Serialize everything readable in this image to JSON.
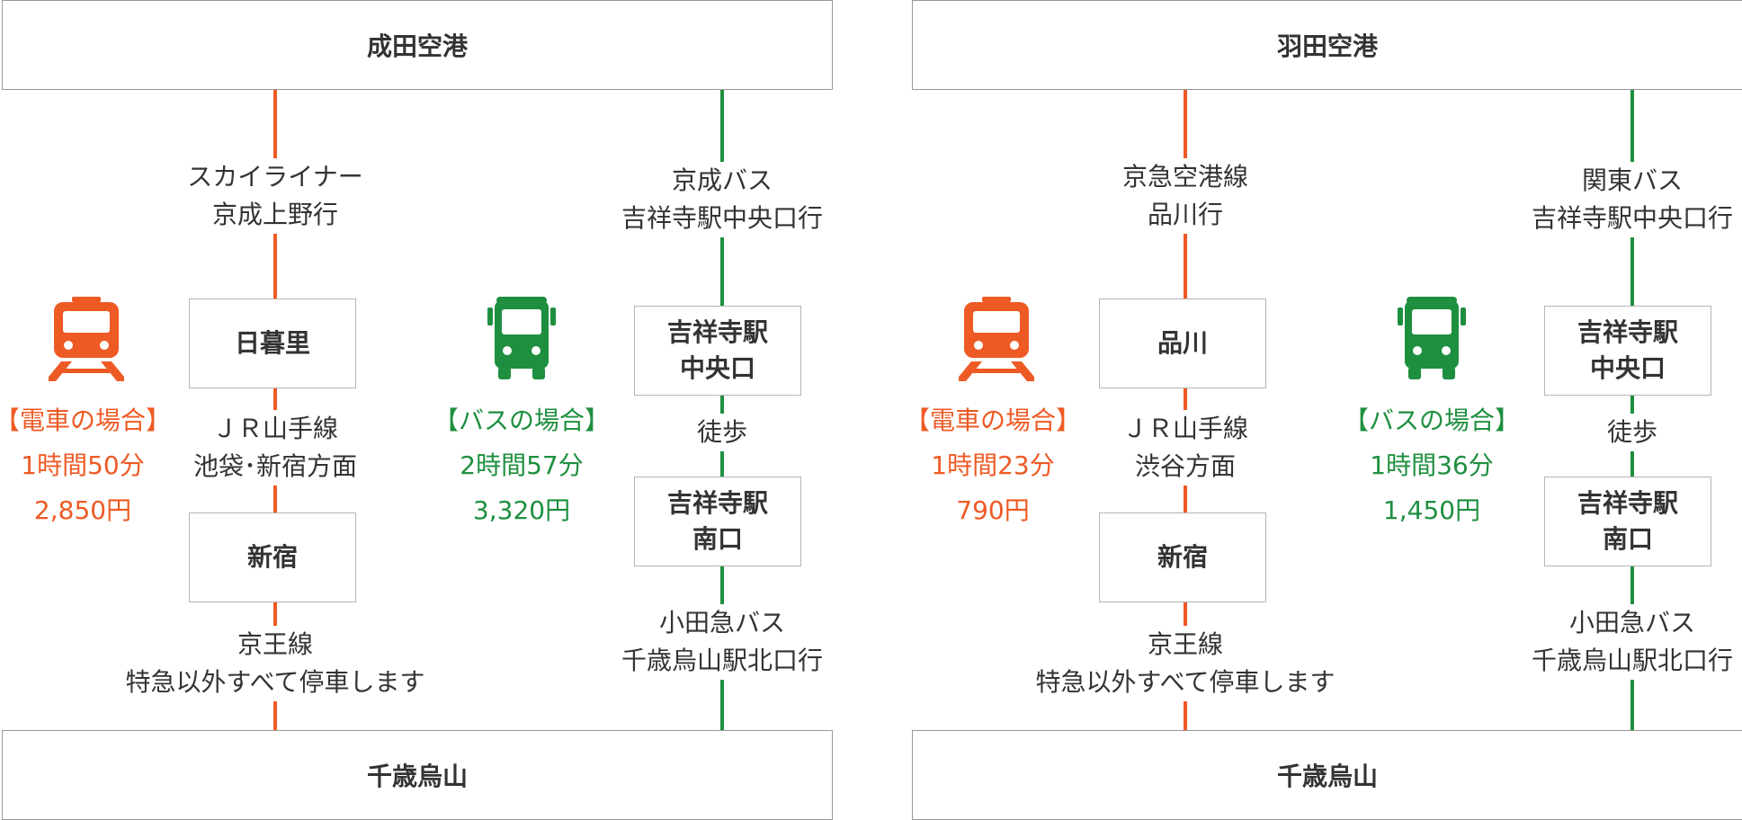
{
  "colors": {
    "train": "#ee5a24",
    "bus": "#1e8f3f",
    "border": "#999999",
    "text": "#333333"
  },
  "routes": [
    {
      "origin": "成田空港",
      "destination": "千歳烏山",
      "train": {
        "label": "【電車の場合】",
        "time": "1時間50分",
        "fare": "2,850円",
        "seg1": [
          "スカイライナー",
          "京成上野行"
        ],
        "station1": [
          "日暮里"
        ],
        "seg2": [
          "ＪＲ山手線",
          "池袋･新宿方面"
        ],
        "station2": [
          "新宿"
        ],
        "seg3": [
          "京王線",
          "特急以外すべて停車します"
        ]
      },
      "bus": {
        "label": "【バスの場合】",
        "time": "2時間57分",
        "fare": "3,320円",
        "seg1": [
          "京成バス",
          "吉祥寺駅中央口行"
        ],
        "station1": [
          "吉祥寺駅",
          "中央口"
        ],
        "seg2": [
          "徒歩"
        ],
        "station2": [
          "吉祥寺駅",
          "南口"
        ],
        "seg3": [
          "小田急バス",
          "千歳烏山駅北口行"
        ]
      }
    },
    {
      "origin": "羽田空港",
      "destination": "千歳烏山",
      "train": {
        "label": "【電車の場合】",
        "time": "1時間23分",
        "fare": "790円",
        "seg1": [
          "京急空港線",
          "品川行"
        ],
        "station1": [
          "品川"
        ],
        "seg2": [
          "ＪＲ山手線",
          "渋谷方面"
        ],
        "station2": [
          "新宿"
        ],
        "seg3": [
          "京王線",
          "特急以外すべて停車します"
        ]
      },
      "bus": {
        "label": "【バスの場合】",
        "time": "1時間36分",
        "fare": "1,450円",
        "seg1": [
          "関東バス",
          "吉祥寺駅中央口行"
        ],
        "station1": [
          "吉祥寺駅",
          "中央口"
        ],
        "seg2": [
          "徒歩"
        ],
        "station2": [
          "吉祥寺駅",
          "南口"
        ],
        "seg3": [
          "小田急バス",
          "千歳烏山駅北口行"
        ]
      }
    }
  ]
}
